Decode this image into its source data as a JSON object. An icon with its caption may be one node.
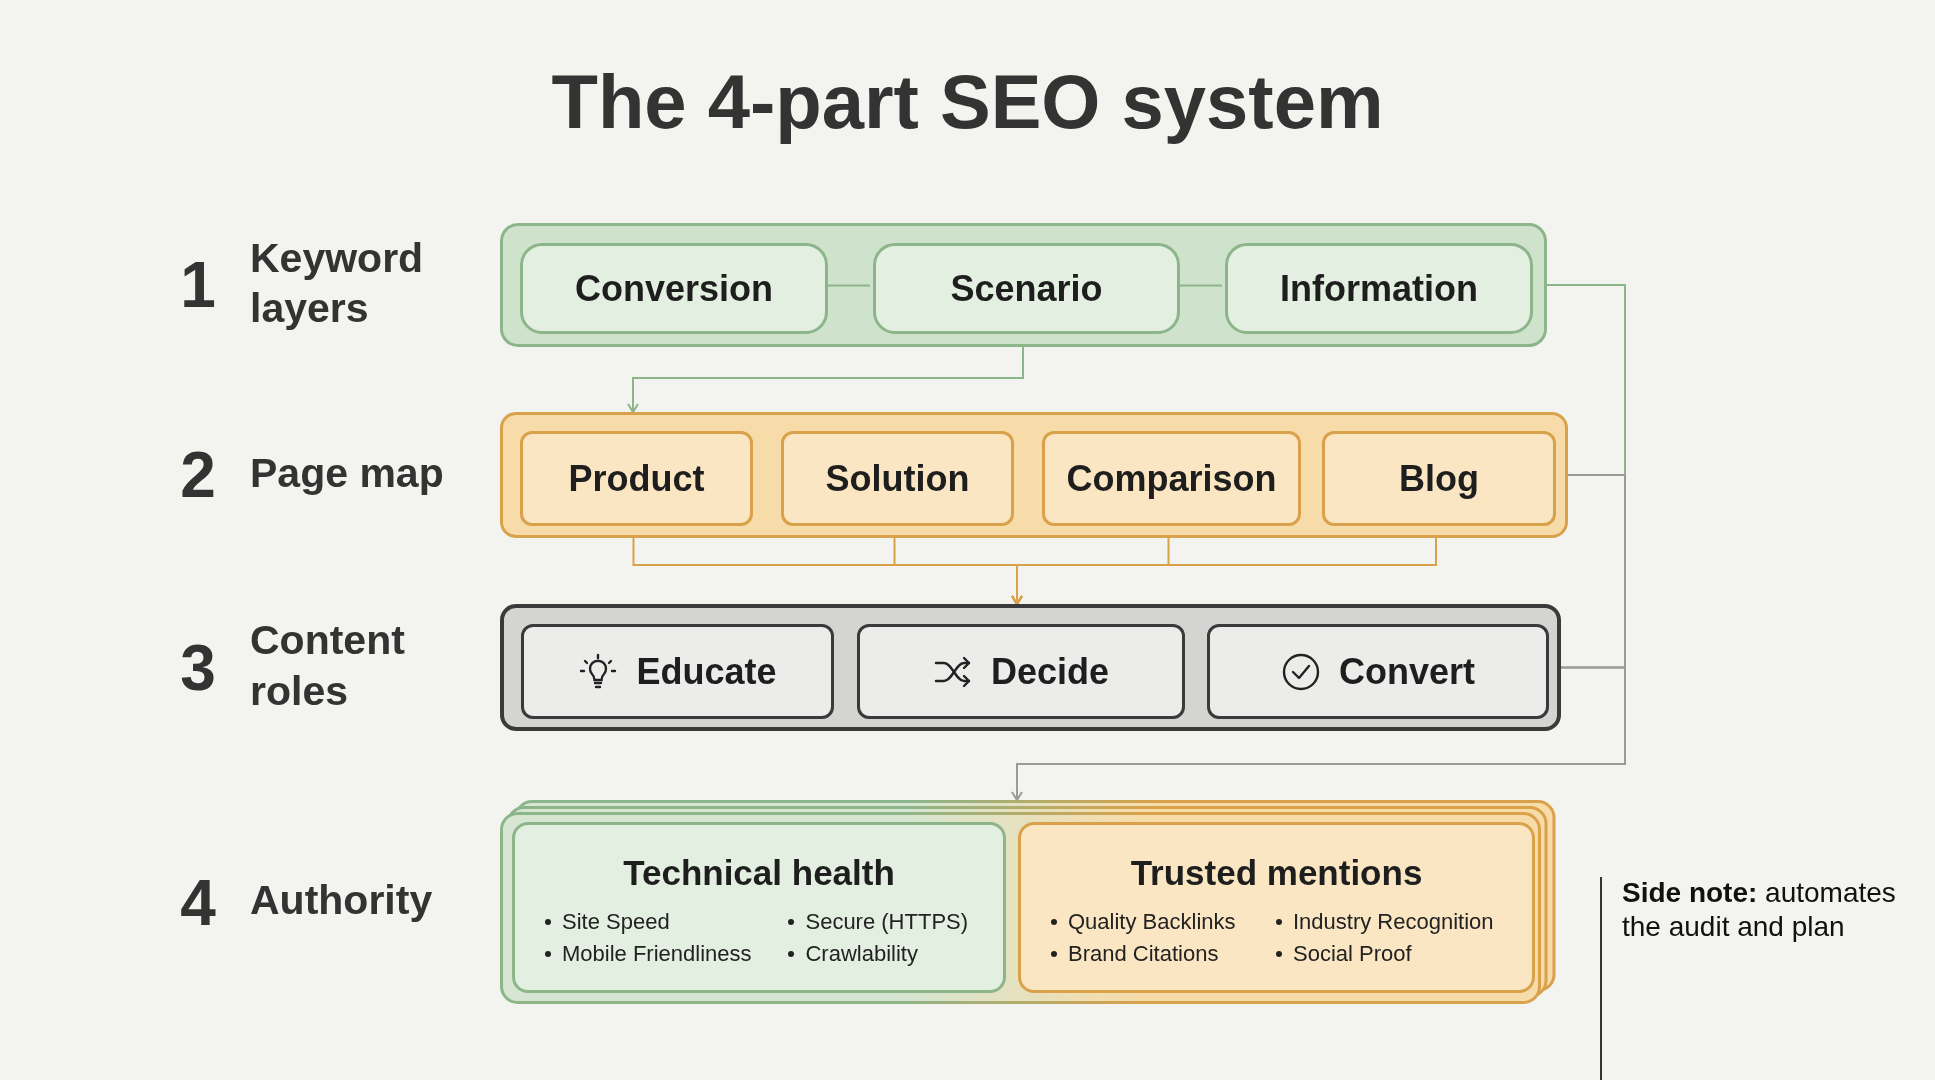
{
  "diagram": {
    "title": "The 4-part SEO system",
    "nodes": [
      {
        "text": [],
        "shape": "box",
        "beside": [
          "1",
          "Keyword layers"
        ]
      },
      {
        "text": [
          "Conversion"
        ],
        "in": 0
      },
      {
        "text": [
          "Scenario"
        ],
        "in": 0
      },
      {
        "text": [
          "Information"
        ],
        "in": 0
      },
      {
        "text": [],
        "shape": "box",
        "beside": [
          "2",
          "Page map"
        ]
      },
      {
        "text": [
          "Product"
        ],
        "in": 4
      },
      {
        "text": [
          "Solution"
        ],
        "in": 4
      },
      {
        "text": [
          "Comparison"
        ],
        "in": 4
      },
      {
        "text": [
          "Blog"
        ],
        "in": 4
      },
      {
        "text": [],
        "shape": "box",
        "beside": [
          "3",
          "Content roles"
        ]
      },
      {
        "text": [
          "Educate"
        ],
        "in": 9
      },
      {
        "text": [
          "Decide"
        ],
        "in": 9
      },
      {
        "text": [
          "Convert"
        ],
        "in": 9
      },
      {
        "text": [],
        "shape": "box",
        "beside": [
          "4",
          "Authority"
        ]
      },
      {
        "text": [
          "Technical health",
          "Site Speed",
          "Secure (HTTPS)",
          "Mobile Friendliness",
          "Crawlability"
        ],
        "in": 13
      },
      {
        "text": [
          "Trusted mentions",
          "Quality Backlinks",
          "Industry Recognition",
          "Brand Citations",
          "Social Proof"
        ],
        "in": 13
      }
    ],
    "edges": [
      {
        "from": 1,
        "to": 2,
        "arrow": "none",
        "color": "#8db58a"
      },
      {
        "from": 2,
        "to": 3,
        "arrow": "none",
        "color": "#8db58a"
      },
      {
        "from": 0,
        "to": 4,
        "arrow": "to",
        "color": "#8db58a"
      },
      {
        "from": 5,
        "to": 9,
        "arrow": "to",
        "color": "#d9a24a"
      },
      {
        "from": 6,
        "to": 9,
        "arrow": "to",
        "color": "#d9a24a"
      },
      {
        "from": 7,
        "to": 9,
        "arrow": "to",
        "color": "#d9a24a"
      },
      {
        "from": 8,
        "to": 9,
        "arrow": "to",
        "color": "#d9a24a"
      },
      {
        "from": 0,
        "to": 4,
        "arrow": "none",
        "color": "#8db58a"
      },
      {
        "from": 4,
        "to": 9,
        "arrow": "none",
        "color": "#9a9a96"
      },
      {
        "from": 9,
        "to": 13,
        "arrow": "to",
        "color": "#9a9a96"
      }
    ],
    "labels": [
      "**Side note:** automates the audit and plan"
    ]
  }
}
